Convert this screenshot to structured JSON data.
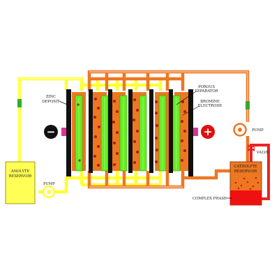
{
  "labels": {
    "zinc_deposit": [
      "ZINC",
      "DEPOSIT"
    ],
    "porous_separator": [
      "POROUS",
      "SEPARATOR"
    ],
    "bromine_electrode": [
      "BROMINE",
      "ELECTRODE"
    ],
    "pump_right": "PUMP",
    "valve": "VALVE",
    "anolyte_reservoir": [
      "ANOLYTE",
      "RESERVOIR"
    ],
    "pump_left": "PUMP",
    "catholyte_reservoir": [
      "CATHOLYTE",
      "RESERVOIR"
    ],
    "complex_phase": "COMPLEX PHASE"
  },
  "terminals": {
    "negative": "−",
    "positive": "+"
  },
  "colors": {
    "anolyte_pipe": "#ffff33",
    "catholyte_pipe": "#ee7722",
    "complex_phase_pipe": "#ee2222",
    "separator": "#66ee22",
    "bromine_compartment": "#ee7722",
    "electrode": "#111111",
    "terminal_marker": "#dd3399",
    "anolyte_reservoir": "#ffff55",
    "catholyte_reservoir": "#ee7722",
    "complex_phase_fill": "#ee1111",
    "positive_terminal": "#dd1111",
    "negative_terminal": "#111111"
  }
}
